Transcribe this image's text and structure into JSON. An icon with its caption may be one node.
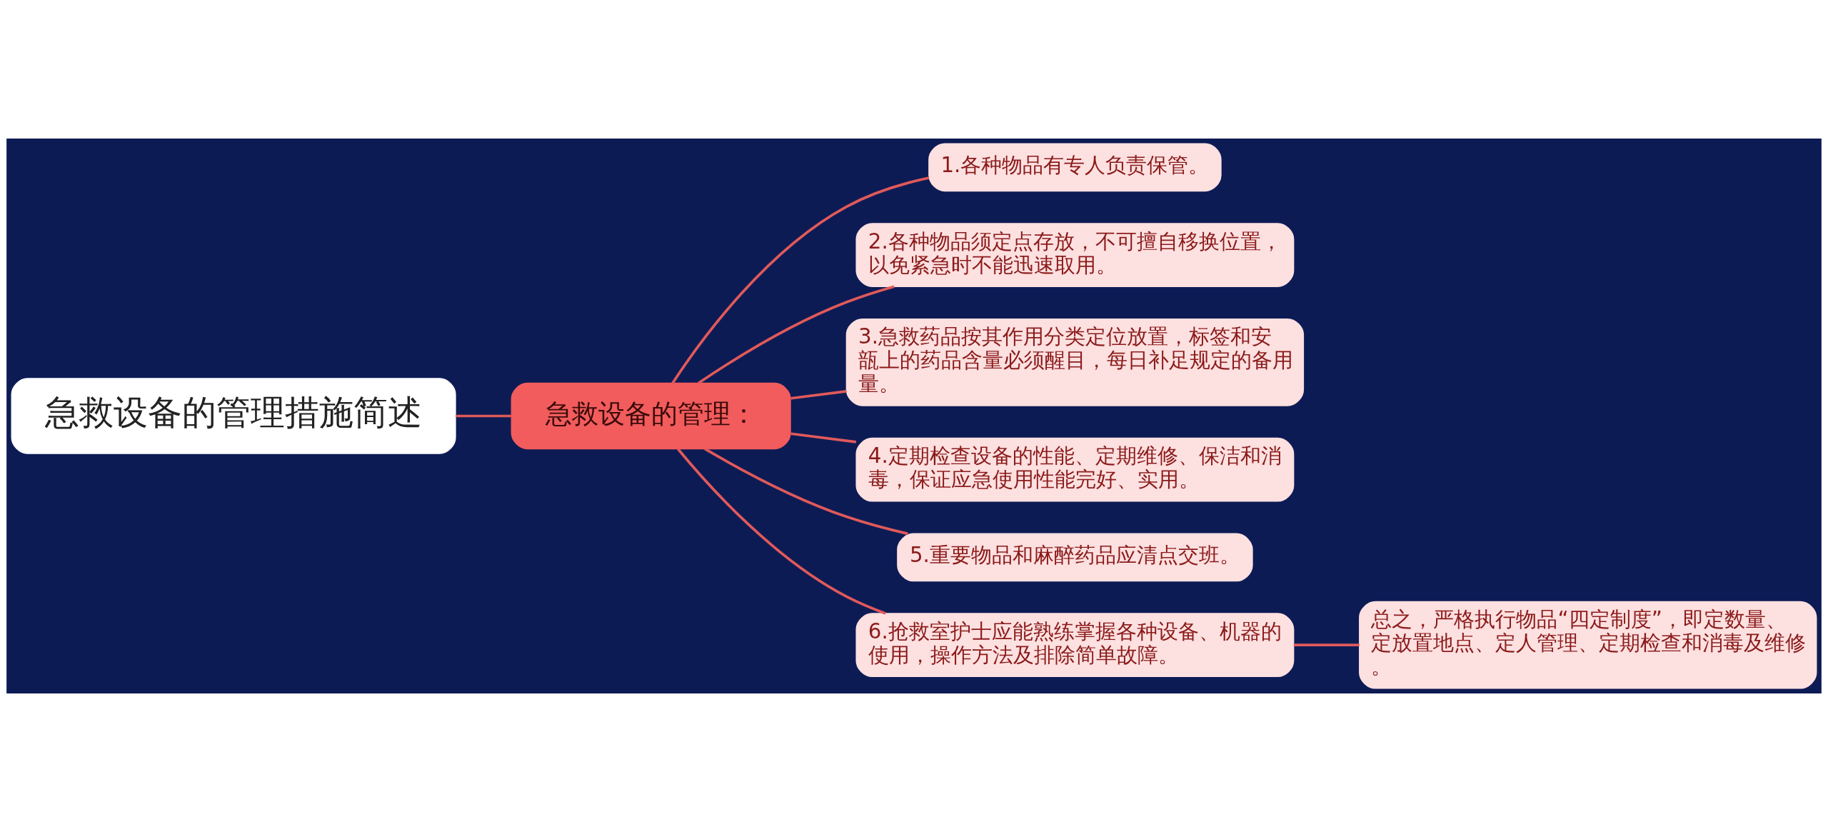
{
  "diagram": {
    "nodes": [
      {
        "text": [
          "急救设备的管理措施简述"
        ]
      },
      {
        "text": [
          "急救设备的管理："
        ]
      },
      {
        "text": [
          "1.各种物品有专人负责保管。"
        ]
      },
      {
        "text": [
          "2.各种物品须定点存放，不可擅自移换位置，以免紧急时不能迅速取用。"
        ]
      },
      {
        "text": [
          "3.急救药品按其作用分类定位放置，标签和安瓿上的药品含量必须醒目，每日补足规定的备用量。"
        ]
      },
      {
        "text": [
          "4.定期检查设备的性能、定期维修、保洁和消毒，保证应急使用性能完好、实用。"
        ]
      },
      {
        "text": [
          "5.重要物品和麻醉药品应清点交班。"
        ]
      },
      {
        "text": [
          "6.抢救室护士应能熟练掌握各种设备、机器的使用，操作方法及排除简单故障。"
        ]
      },
      {
        "text": [
          "总之，严格执行物品“四定制度”，即定数量、定放置地点、定人管理、定期检查和消毒及维修。"
        ]
      }
    ],
    "edges": [
      {
        "from": 0,
        "to": 1,
        "arrow": "none"
      },
      {
        "from": 1,
        "to": 2,
        "arrow": "none"
      },
      {
        "from": 1,
        "to": 3,
        "arrow": "none"
      },
      {
        "from": 1,
        "to": 4,
        "arrow": "none"
      },
      {
        "from": 1,
        "to": 5,
        "arrow": "none"
      },
      {
        "from": 1,
        "to": 6,
        "arrow": "none"
      },
      {
        "from": 1,
        "to": 7,
        "arrow": "none"
      },
      {
        "from": 7,
        "to": 8,
        "arrow": "none"
      }
    ]
  }
}
